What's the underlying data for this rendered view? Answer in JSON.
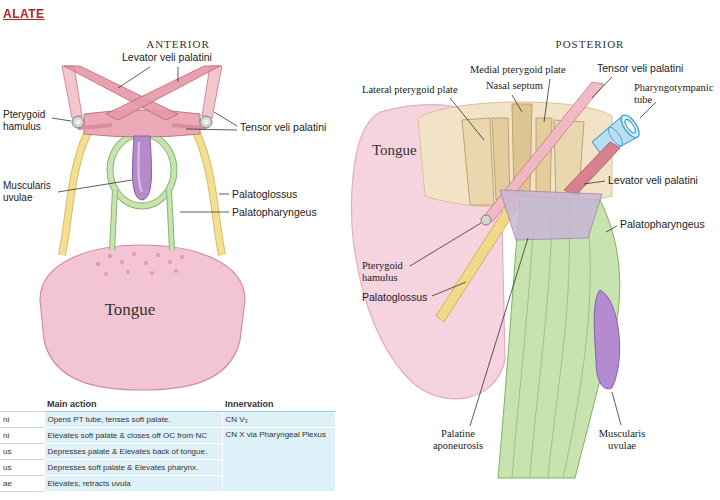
{
  "diagram": {
    "title": "ALATE",
    "labels": [
      "ANTERIOR",
      "Levator veli palatini",
      "Pterygoid hamulus",
      "Tensor veli palatini",
      "Muscularis uvulae",
      "Palatoglossus",
      "Palatopharyngeus",
      "Tongue",
      "POSTERIOR",
      "Lateral pterygoid plate",
      "Medial pterygoid plate",
      "Nasal septum",
      "Tensor veli palatini",
      "Pharyngotympanic tube",
      "Tongue",
      "Levator veli palatini",
      "Palatopharyngeus",
      "Pterygoid hamulus",
      "Palatoglossus",
      "Palatine aponeurosis",
      "Muscularis uvulae",
      "Main action",
      "Innervation",
      "ni",
      "Opens PT tube, tenses soft palate.",
      "CN V₃",
      "ni",
      "Elevates soft palate & closes off OC from NC",
      "CN X via Pharyngeal Plexus",
      "us",
      "Depresses palate & Elevates back of tongue.",
      "us",
      "Depresses soft palate & Elevates pharynx.",
      "ae",
      "Elevates, retracts uvula"
    ]
  }
}
